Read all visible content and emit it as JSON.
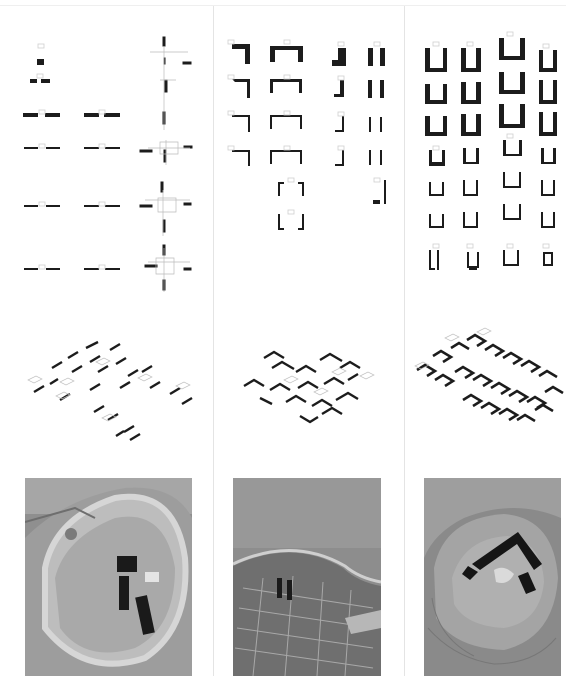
{
  "sheet": {
    "background": "#ffffff",
    "divider_color": "#e4e4e4",
    "ink_color": "#1c1c1c",
    "photo_base_color": "#9a9a9a"
  },
  "columns": [
    {
      "id": "linear",
      "panels": [
        "plan-variants",
        "axonometric",
        "aerial-photo"
      ]
    },
    {
      "id": "bracket",
      "panels": [
        "plan-variants",
        "axonometric",
        "aerial-photo"
      ]
    },
    {
      "id": "u-shape",
      "panels": [
        "plan-variants",
        "axonometric",
        "aerial-photo"
      ]
    }
  ]
}
